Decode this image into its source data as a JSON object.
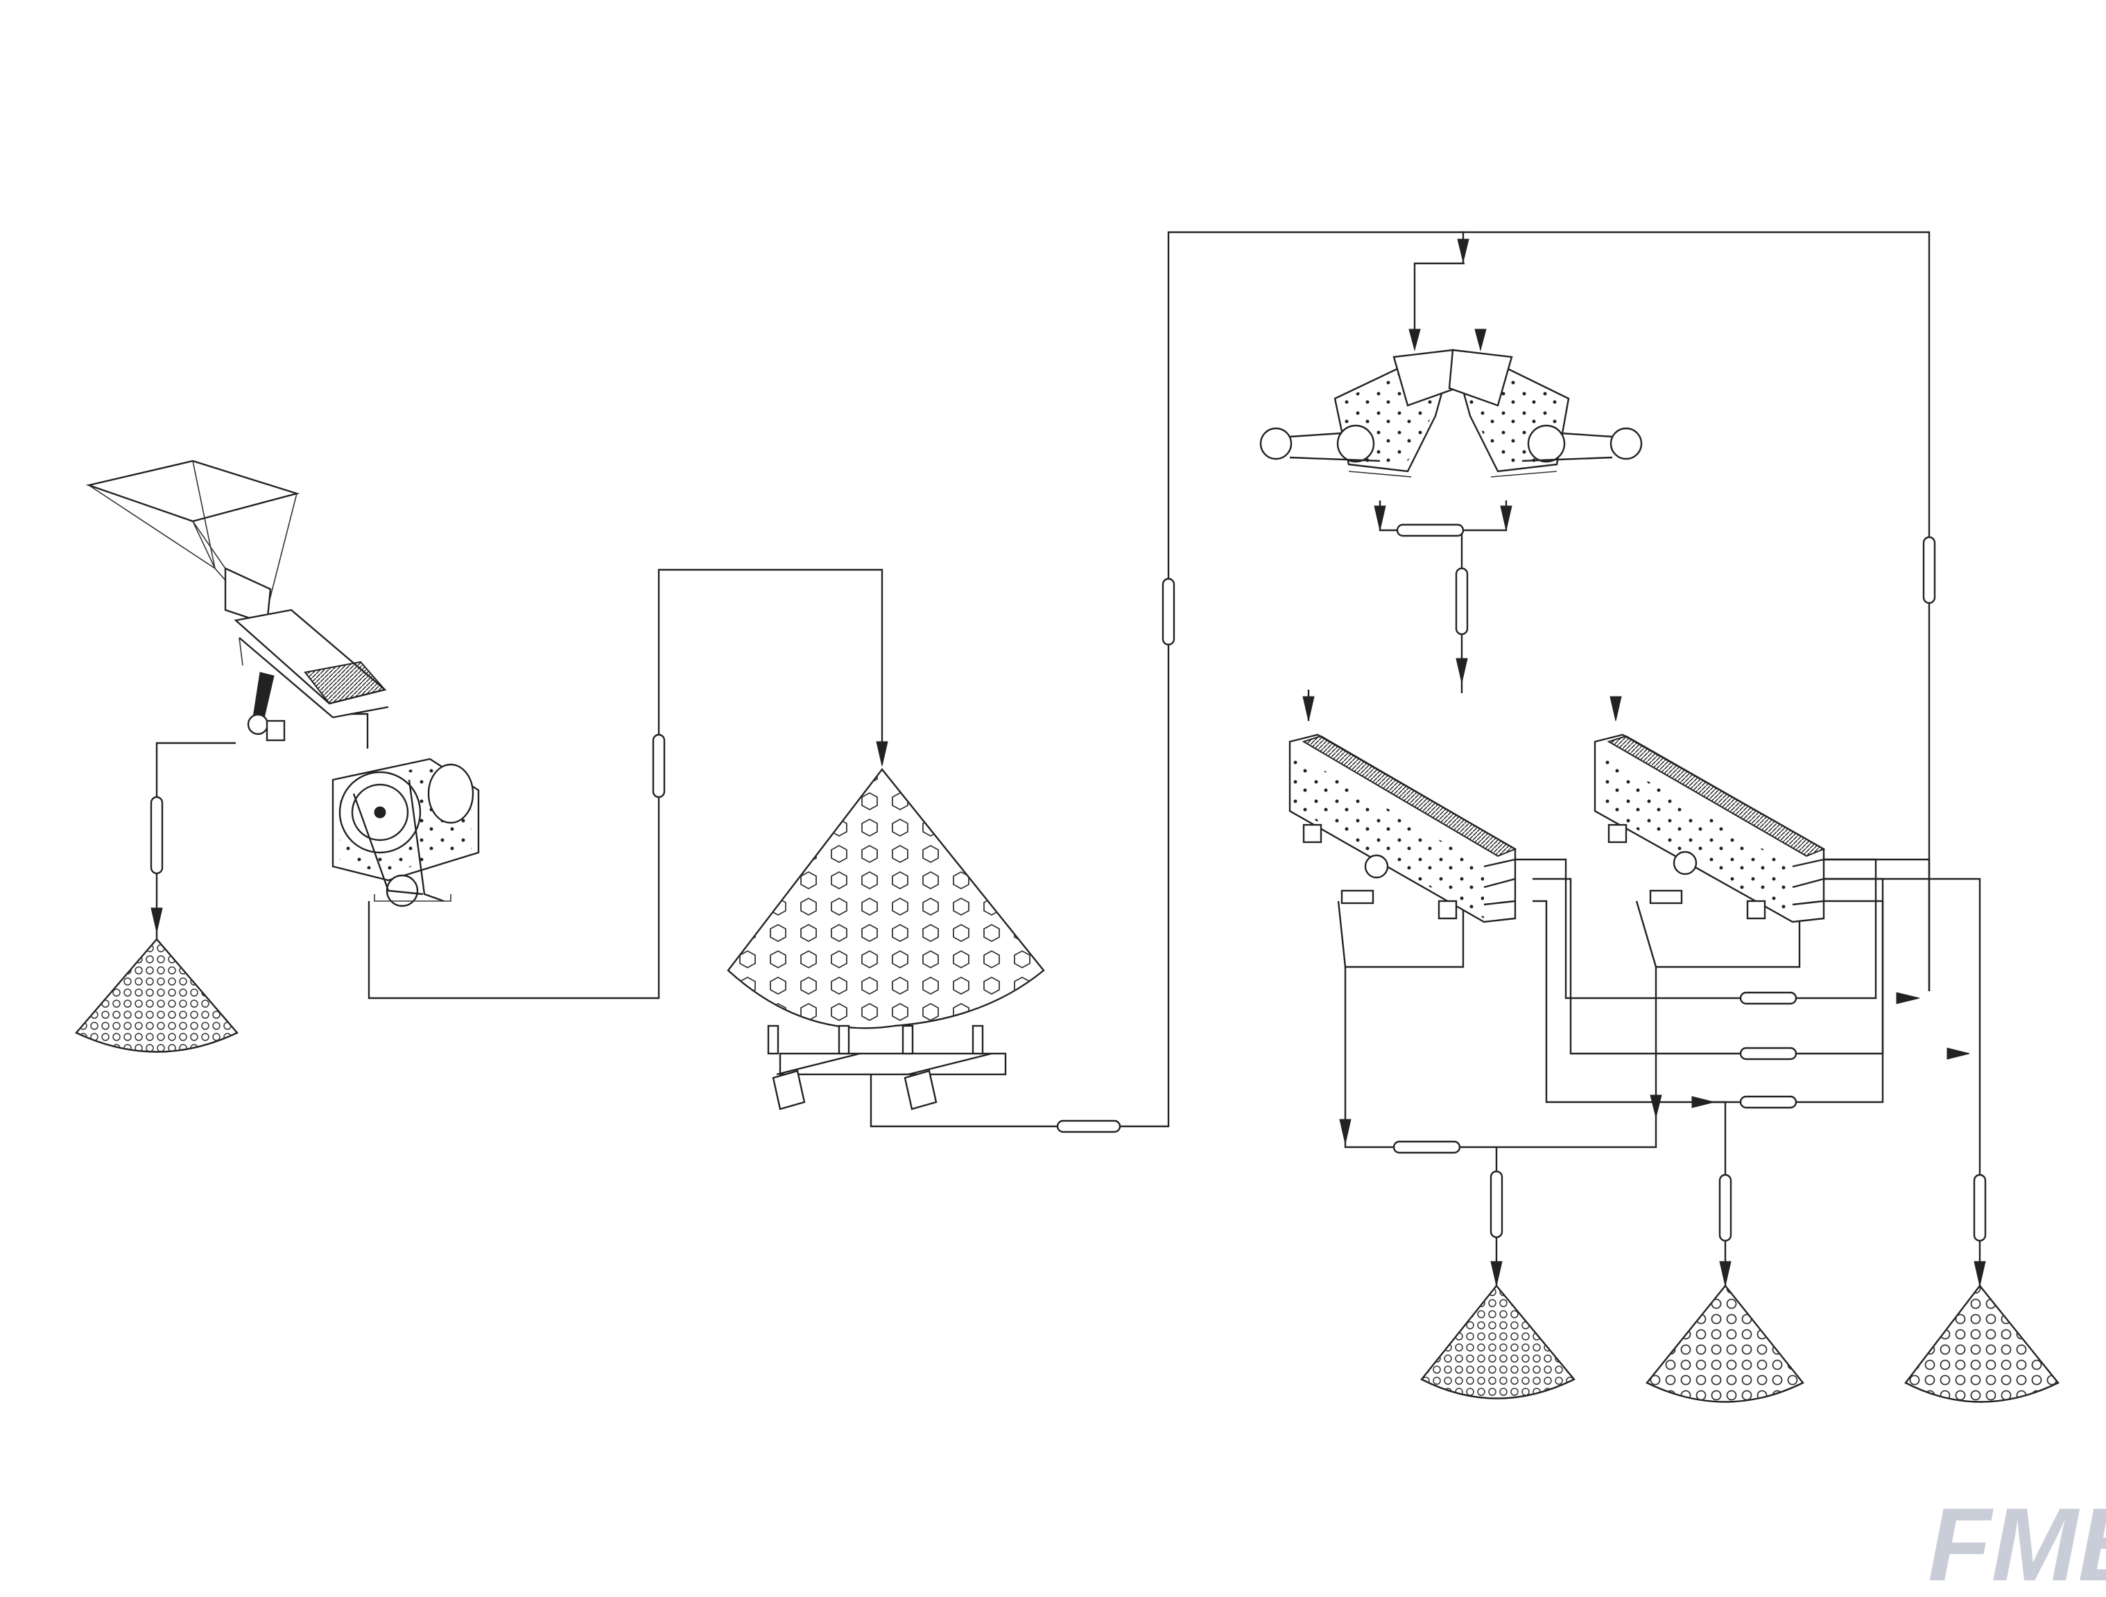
{
  "logo": {
    "text": "FMB",
    "color": "#c9cdd8"
  },
  "colors": {
    "line": "#222222",
    "background": "#ffffff"
  },
  "equipment": [
    {
      "name": "hopper",
      "icon": "hopper-icon"
    },
    {
      "name": "vibrating-feeder",
      "icon": "feeder-icon"
    },
    {
      "name": "jaw-crusher",
      "icon": "jaw-crusher-icon"
    },
    {
      "name": "stockpile",
      "icon": "stockpile-icon"
    },
    {
      "name": "under-pile-feeders",
      "icon": "feeder-icon"
    },
    {
      "name": "impact-crusher-left",
      "icon": "impact-crusher-icon"
    },
    {
      "name": "impact-crusher-right",
      "icon": "impact-crusher-icon"
    },
    {
      "name": "vibrating-screen-left",
      "icon": "vibrating-screen-icon"
    },
    {
      "name": "vibrating-screen-right",
      "icon": "vibrating-screen-icon"
    },
    {
      "name": "product-pile-waste",
      "icon": "cone-pile-icon"
    },
    {
      "name": "product-pile-1",
      "icon": "cone-pile-icon"
    },
    {
      "name": "product-pile-2",
      "icon": "cone-pile-icon"
    },
    {
      "name": "product-pile-3",
      "icon": "cone-pile-icon"
    }
  ]
}
